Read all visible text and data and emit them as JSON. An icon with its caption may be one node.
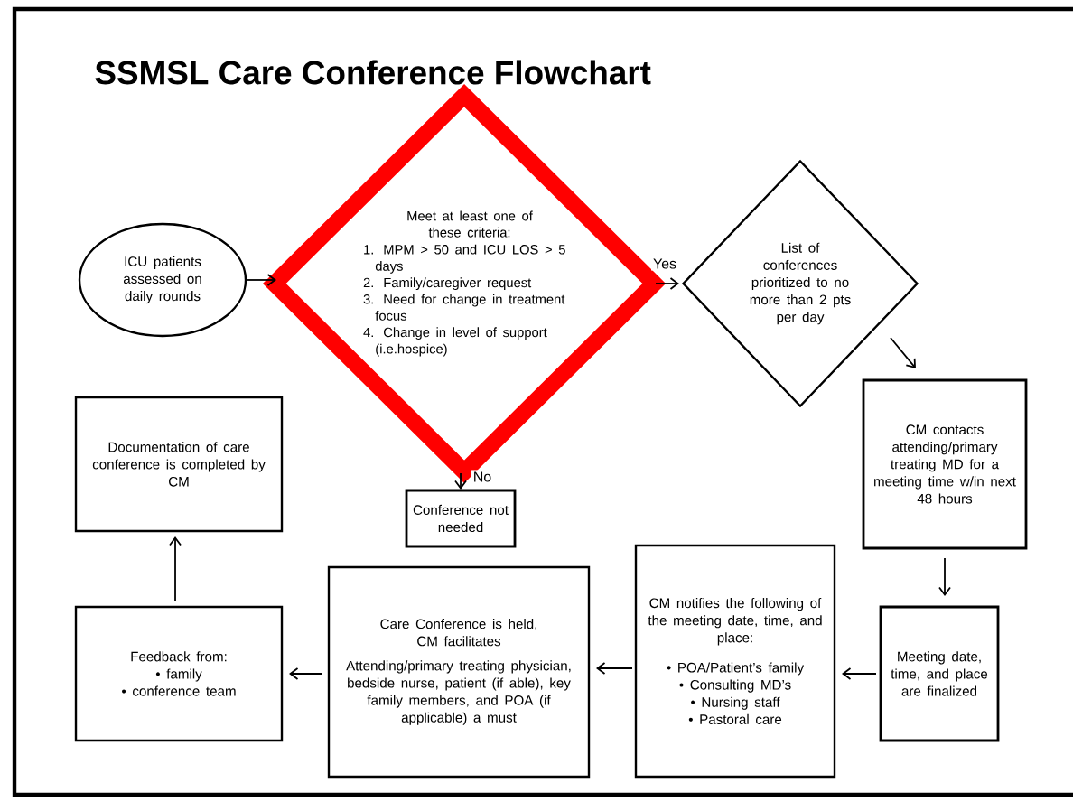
{
  "diagram": {
    "title": "SSMSL Care Conference Flowchart",
    "nodes": [
      {
        "text": [
          "ICU patients assessed on daily rounds"
        ]
      },
      {
        "text": [
          "Meet at least one of these criteria:",
          "1. MPM > 50 and ICU LOS > 5 days",
          "2. Family/caregiver request",
          "3. Need for change in treatment focus",
          "4. Change in level of support (i.e.hospice)"
        ]
      },
      {
        "text": [
          "List of conferences prioritized to no more than 2 pts per day"
        ]
      },
      {
        "text": [
          "CM contacts attending/primary treating MD for a meeting time w/in next 48 hours"
        ]
      },
      {
        "text": [
          "Meeting date, time, and place are finalized"
        ]
      },
      {
        "text": [
          "CM notifies the following of the meeting date, time, and place:",
          "• POA/Patient’s family",
          "• Consulting MD’s",
          "• Nursing staff",
          "• Pastoral care"
        ]
      },
      {
        "text": [
          "Care Conference is held, CM facilitates",
          "Attending/primary treating physician, bedside nurse, patient (if able), key family members, and POA (if applicable) a must"
        ]
      },
      {
        "text": [
          "Feedback from:",
          "• family",
          "• conference team"
        ]
      },
      {
        "text": [
          "Documentation of care conference is completed by CM"
        ]
      },
      {
        "text": [
          "Conference not needed"
        ]
      }
    ],
    "edges": [
      {
        "from": 0,
        "to": 1,
        "arrow": "to"
      },
      {
        "from": 1,
        "to": 2,
        "arrow": "to",
        "label": "Yes"
      },
      {
        "from": 1,
        "to": 9,
        "arrow": "to",
        "label": "No"
      },
      {
        "from": 2,
        "to": 3,
        "arrow": "to"
      },
      {
        "from": 3,
        "to": 4,
        "arrow": "to"
      },
      {
        "from": 4,
        "to": 5,
        "arrow": "to"
      },
      {
        "from": 5,
        "to": 6,
        "arrow": "to"
      },
      {
        "from": 6,
        "to": 7,
        "arrow": "to"
      },
      {
        "from": 7,
        "to": 8,
        "arrow": "to"
      }
    ]
  }
}
